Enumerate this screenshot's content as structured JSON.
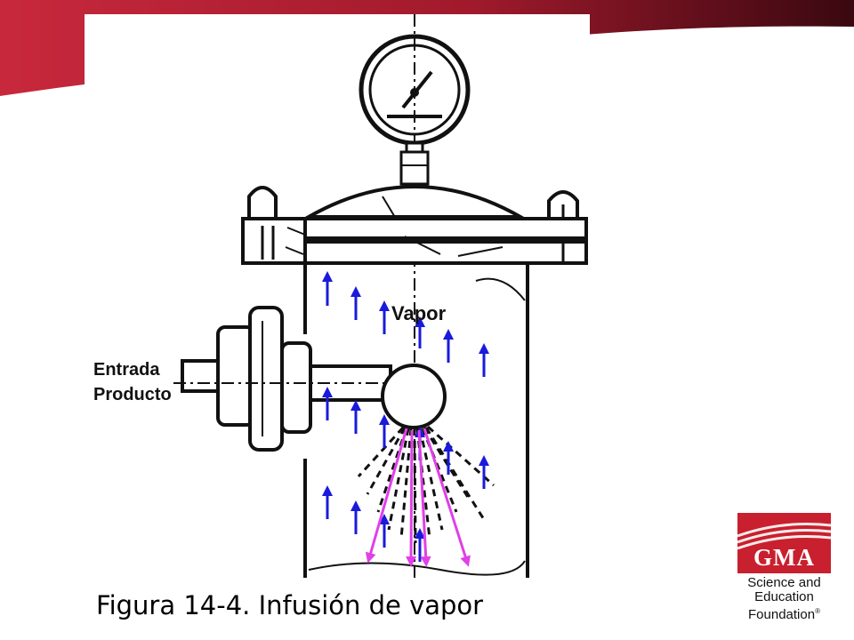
{
  "colors": {
    "banner_dark": "#6e1020",
    "banner_light": "#c8283c",
    "logo_red": "#c8202e",
    "steam_arrow": "#1a1adc",
    "spray_arrow": "#e040e8"
  },
  "diagram": {
    "labels": {
      "vapor": "Vapor",
      "entrada_line1": "Entrada",
      "entrada_line2": "Producto"
    }
  },
  "caption": "Figura 14-4. Infusión de vapor",
  "logo": {
    "abbr": "GMA",
    "line1": "Science and",
    "line2": "Education",
    "line3": "Foundation",
    "mark": "®"
  }
}
